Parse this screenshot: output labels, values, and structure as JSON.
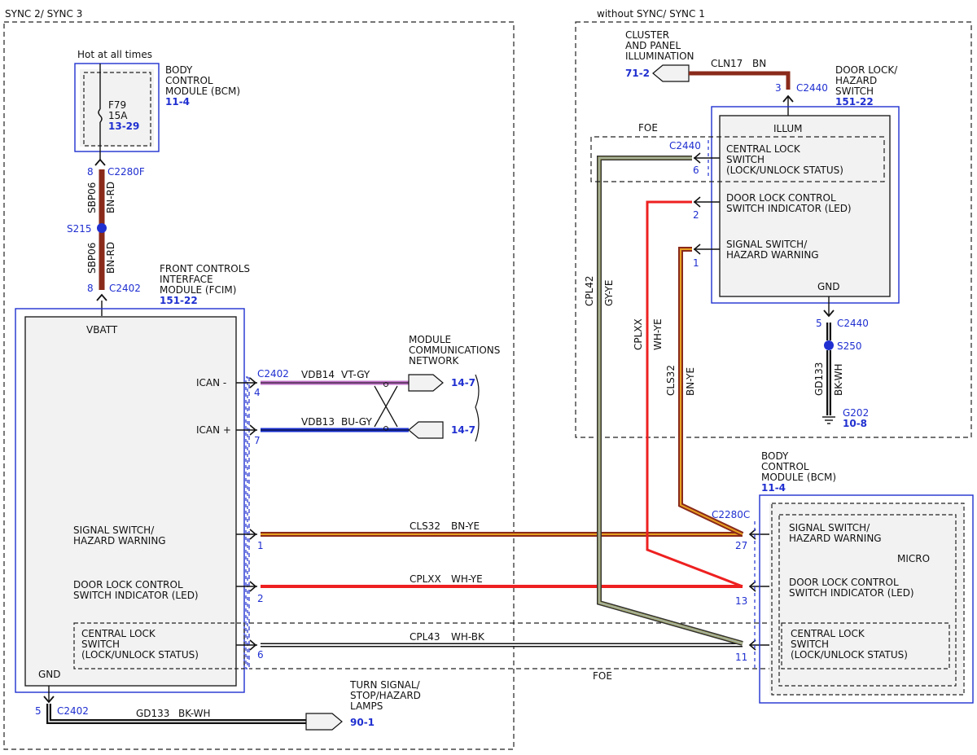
{
  "sections": {
    "left_title": "SYNC 2/ SYNC 3",
    "right_title": "without SYNC/ SYNC 1"
  },
  "bcm_top": {
    "label_lines": [
      "BODY",
      "CONTROL",
      "MODULE (BCM)"
    ],
    "ref": "11-4",
    "hot_label": "Hot at all times",
    "fuse_name": "F79",
    "fuse_rating": "15A",
    "fuse_ref": "13-29"
  },
  "wire_top": {
    "pin_top": "8",
    "connector_top": "C2280F",
    "circuit": "SBP06",
    "color": "BN-RD",
    "splice": "S215",
    "pin_bottom": "8",
    "connector_bottom": "C2402"
  },
  "fcim": {
    "label_lines": [
      "FRONT CONTROLS",
      "INTERFACE",
      "MODULE (FCIM)"
    ],
    "ref": "151-22",
    "vbatt": "VBATT",
    "ican_minus": "ICAN -",
    "ican_plus": "ICAN +",
    "signal_switch": [
      "SIGNAL SWITCH/",
      "HAZARD WARNING"
    ],
    "door_lock": [
      "DOOR LOCK CONTROL",
      "SWITCH INDICATOR (LED)"
    ],
    "central_lock": [
      "CENTRAL LOCK",
      "SWITCH",
      "(LOCK/UNLOCK STATUS)"
    ],
    "gnd": "GND"
  },
  "network": {
    "label_lines": [
      "MODULE",
      "COMMUNICATIONS",
      "NETWORK"
    ],
    "connector": "C2402",
    "wire1": {
      "pin": "4",
      "circuit": "VDB14",
      "color": "VT-GY",
      "ref": "14-7"
    },
    "wire2": {
      "pin": "7",
      "circuit": "VDB13",
      "color": "BU-GY",
      "ref": "14-7"
    }
  },
  "wires": [
    {
      "pin_left": "1",
      "circuit": "CLS32",
      "color": "BN-YE",
      "pin_right": "27"
    },
    {
      "pin_left": "2",
      "circuit": "CPLXX",
      "color": "WH-YE",
      "pin_right": "13"
    },
    {
      "pin_left": "6",
      "circuit": "CPL43",
      "color": "WH-BK",
      "pin_right": "11"
    }
  ],
  "foe_bottom": "FOE",
  "ground_left": {
    "pin": "5",
    "connector": "C2402",
    "circuit": "GD133",
    "color": "BK-WH",
    "dest_lines": [
      "TURN SIGNAL/",
      "STOP/HAZARD",
      "LAMPS"
    ],
    "dest_ref": "90-1"
  },
  "illum": {
    "label_lines": [
      "CLUSTER",
      "AND PANEL",
      "ILLUMINATION"
    ],
    "ref": "71-2",
    "circuit": "CLN17",
    "color": "BN",
    "pin": "3",
    "connector": "C2440"
  },
  "dlhs": {
    "label_lines": [
      "DOOR LOCK/",
      "HAZARD",
      "SWITCH"
    ],
    "ref": "151-22",
    "illum": "ILLUM",
    "central_lock": [
      "CENTRAL LOCK",
      "SWITCH",
      "(LOCK/UNLOCK STATUS)"
    ],
    "door_lock": [
      "DOOR LOCK CONTROL",
      "SWITCH INDICATOR (LED)"
    ],
    "signal_switch": [
      "SIGNAL SWITCH/",
      "HAZARD WARNING"
    ],
    "gnd": "GND",
    "foe": "FOE",
    "connector_mid": "C2440",
    "pin6": "6",
    "pin2": "2",
    "pin1": "1"
  },
  "vertical_wires": [
    {
      "circuit": "CPL42",
      "color": "GY-YE"
    },
    {
      "circuit": "CPLXX",
      "color": "WH-YE"
    },
    {
      "circuit": "CLS32",
      "color": "BN-YE"
    }
  ],
  "ground_right": {
    "pin": "5",
    "connector": "C2440",
    "splice": "S250",
    "circuit": "GD133",
    "color": "BK-WH",
    "ground": "G202",
    "ground_ref": "10-8"
  },
  "bcm_bottom": {
    "label_lines": [
      "BODY",
      "CONTROL",
      "MODULE (BCM)"
    ],
    "ref": "11-4",
    "connector": "C2280C",
    "micro": "MICRO",
    "signal_switch": [
      "SIGNAL SWITCH/",
      "HAZARD WARNING"
    ],
    "door_lock": [
      "DOOR LOCK CONTROL",
      "SWITCH INDICATOR (LED)"
    ],
    "central_lock": [
      "CENTRAL LOCK",
      "SWITCH",
      "(LOCK/UNLOCK STATUS)"
    ]
  },
  "colors": {
    "brown": "#8a2a1a",
    "brown_yellow": "#c47a1a",
    "red": "#ee2020",
    "violet": "#c070c8",
    "blue": "#1830d0",
    "gray_yellow": "#8a9aa0",
    "label_blue": "#1f2fd0"
  }
}
